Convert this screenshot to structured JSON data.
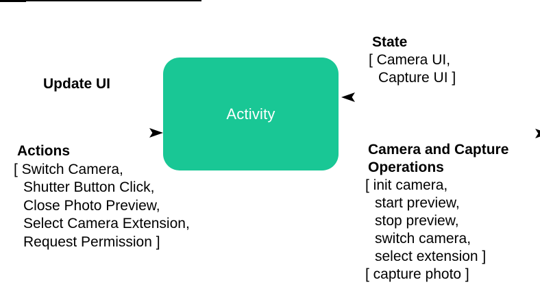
{
  "colors": {
    "node_fill": "#19c795",
    "node_text": "#ffffff",
    "line": "#000000",
    "text": "#000000"
  },
  "node": {
    "label": "Activity"
  },
  "labels": {
    "update_ui": {
      "title": "Update UI"
    },
    "state": {
      "title": "State",
      "lines": [
        "[ Camera UI,",
        "Capture UI ]"
      ]
    },
    "actions": {
      "title": "Actions",
      "lines": [
        "[ Switch Camera,",
        "Shutter Button Click,",
        "Close Photo Preview,",
        "Select Camera Extension,",
        "Request Permission ]"
      ]
    },
    "operations": {
      "title_line1": "Camera and Capture",
      "title_line2": "Operations",
      "lines": [
        "[ init camera,",
        "start preview,",
        "stop preview,",
        "switch camera,",
        "select extension ]",
        "[ capture photo ]"
      ]
    }
  }
}
